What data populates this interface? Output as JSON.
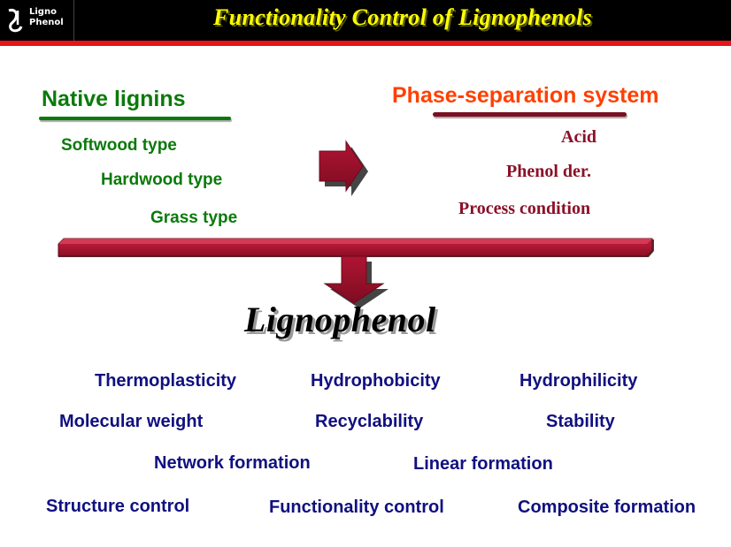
{
  "header": {
    "logo_line1": "Ligno",
    "logo_line2": "Phenol",
    "title": "Functionality Control of Lignophenols"
  },
  "native_lignins": {
    "title": "Native lignins",
    "items": [
      "Softwood type",
      "Hardwood type",
      "Grass type"
    ]
  },
  "phase_separation": {
    "title": "Phase-separation system",
    "items": [
      "Acid",
      "Phenol der.",
      "Process condition"
    ]
  },
  "product": {
    "title": "Lignophenol"
  },
  "properties": [
    "Thermoplasticity",
    "Hydrophobicity",
    "Hydrophilicity",
    "Molecular weight",
    "Recyclability",
    "Stability",
    "Network formation",
    "Linear formation",
    "Structure control",
    "Functionality control",
    "Composite formation"
  ],
  "colors": {
    "header_bg": "#000000",
    "header_rule": "#e3161b",
    "title_yellow": "#ffff00",
    "native_green": "#0a7a0a",
    "phase_orange": "#ff4000",
    "condition_maroon": "#8b1128",
    "arrow_crimson": "#a0102a",
    "property_navy": "#101080"
  }
}
